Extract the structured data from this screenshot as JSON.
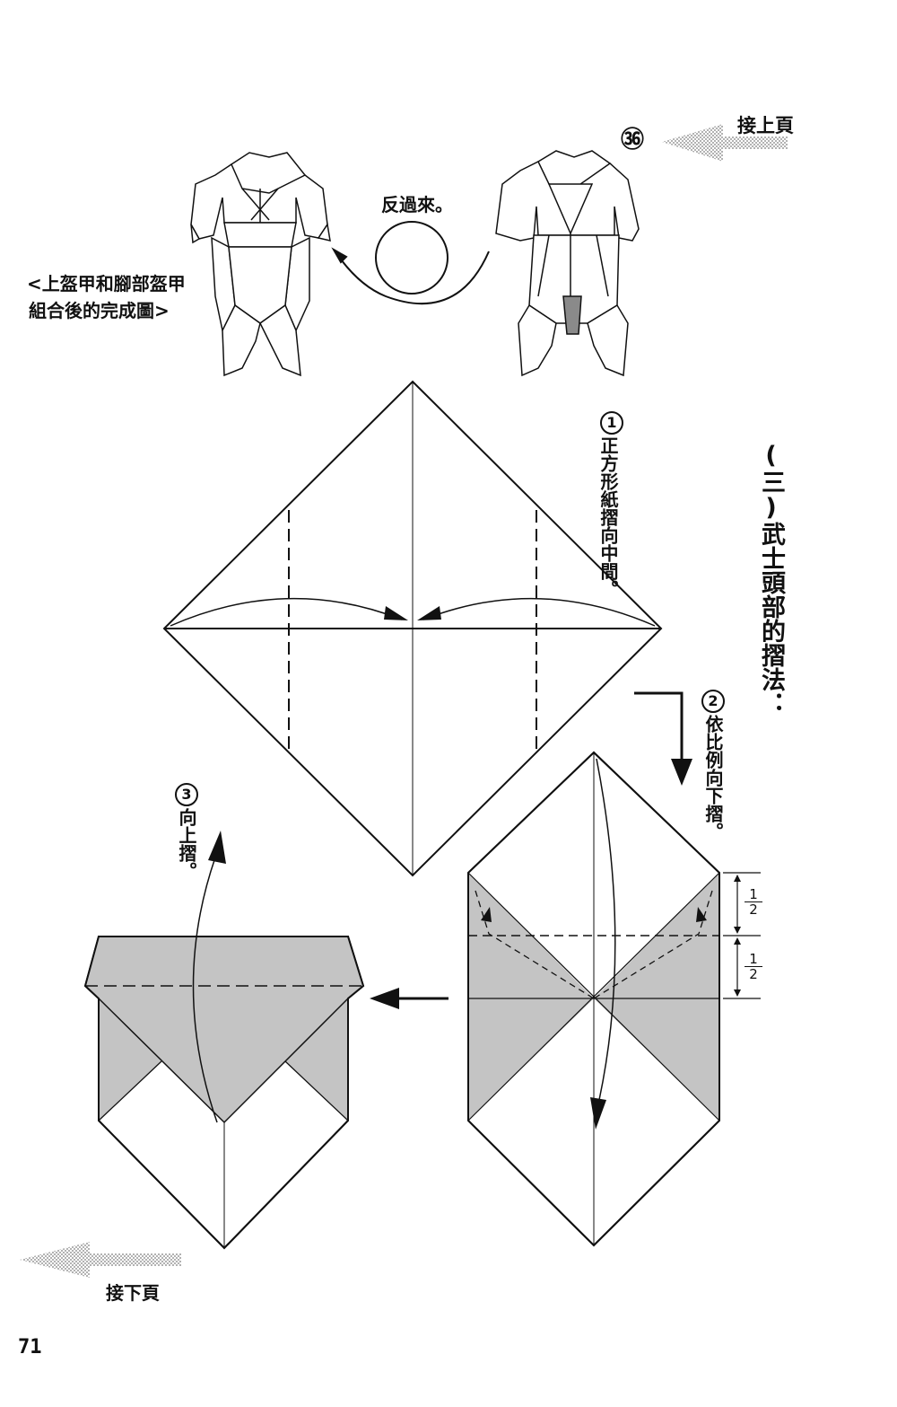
{
  "header": {
    "continue_from_prev": "接上頁",
    "step_marker": "㊱"
  },
  "top_section": {
    "flip_note": "反過來。",
    "completed_caption_line1": "<上盔甲和腳部盔甲",
    "completed_caption_line2": "組合後的完成圖>"
  },
  "section_title": "(三)武士頭部的摺法：",
  "steps": [
    {
      "number": "1",
      "text": "正方形紙摺向中間。"
    },
    {
      "number": "2",
      "text": "依比例向下摺。"
    },
    {
      "number": "3",
      "text": "向上摺。"
    }
  ],
  "fractions": [
    {
      "numerator": "1",
      "denominator": "2"
    },
    {
      "numerator": "1",
      "denominator": "2"
    }
  ],
  "footer": {
    "continue_next": "接下頁",
    "page_number": "71"
  },
  "colors": {
    "line": "#111111",
    "shade": "#c4c4c4",
    "arrow_grey": "#bdbdbd"
  },
  "icons": [
    "left-arrow-icon",
    "down-arrow-icon",
    "curved-arrow-icon",
    "circle-flip-icon"
  ]
}
